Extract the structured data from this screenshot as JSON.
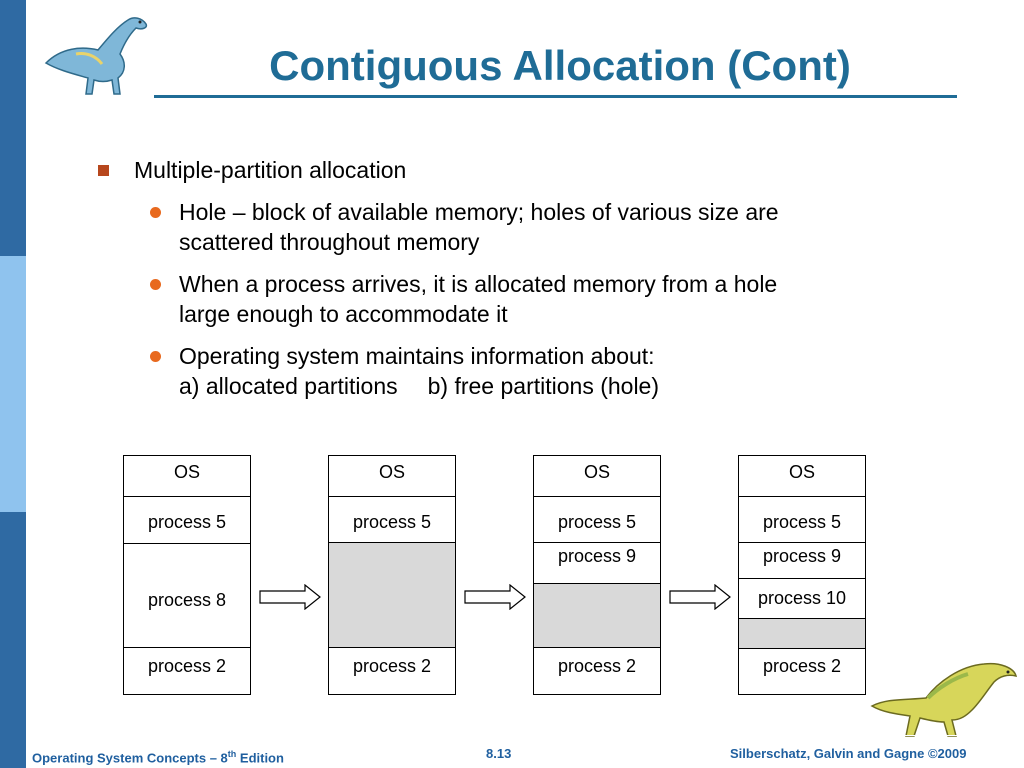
{
  "slide": {
    "title": "Contiguous Allocation (Cont)",
    "bullet_main": "Multiple-partition allocation",
    "sub_bullets": [
      {
        "line1": "Hole – block of available memory; holes of various size are",
        "line2": "scattered throughout memory"
      },
      {
        "line1": "When a process arrives, it is allocated memory from a hole",
        "line2": "large enough to accommodate it"
      },
      {
        "line1": "Operating system maintains information about:",
        "line2a": "a) allocated partitions",
        "line2b": "b) free partitions (hole)"
      }
    ]
  },
  "diagram": {
    "columns": [
      {
        "cells": [
          "OS",
          "process 5",
          "process 8",
          "process 2"
        ]
      },
      {
        "cells": [
          "OS",
          "process 5",
          "",
          "process 2"
        ]
      },
      {
        "cells": [
          "OS",
          "process 5",
          "process 9",
          "",
          "process 2"
        ]
      },
      {
        "cells": [
          "OS",
          "process 5",
          "process 9",
          "process 10",
          "",
          "process 2"
        ]
      }
    ]
  },
  "footer": {
    "left_prefix": "Operating System Concepts – 8",
    "left_sup": "th",
    "left_suffix": " Edition",
    "center": "8.13",
    "right": "Silberschatz, Galvin and Gagne ©2009"
  },
  "colors": {
    "title": "#1f6c96",
    "square_bullet": "#b7471d",
    "round_bullet": "#e8691e",
    "hole_fill": "#d9d9d9",
    "stripe_dark": "#2f6aa3",
    "stripe_light": "#8fc3ee"
  },
  "icons": [
    "dinosaur-logo-icon",
    "dinosaur-decoration-icon",
    "right-arrow-icon"
  ]
}
